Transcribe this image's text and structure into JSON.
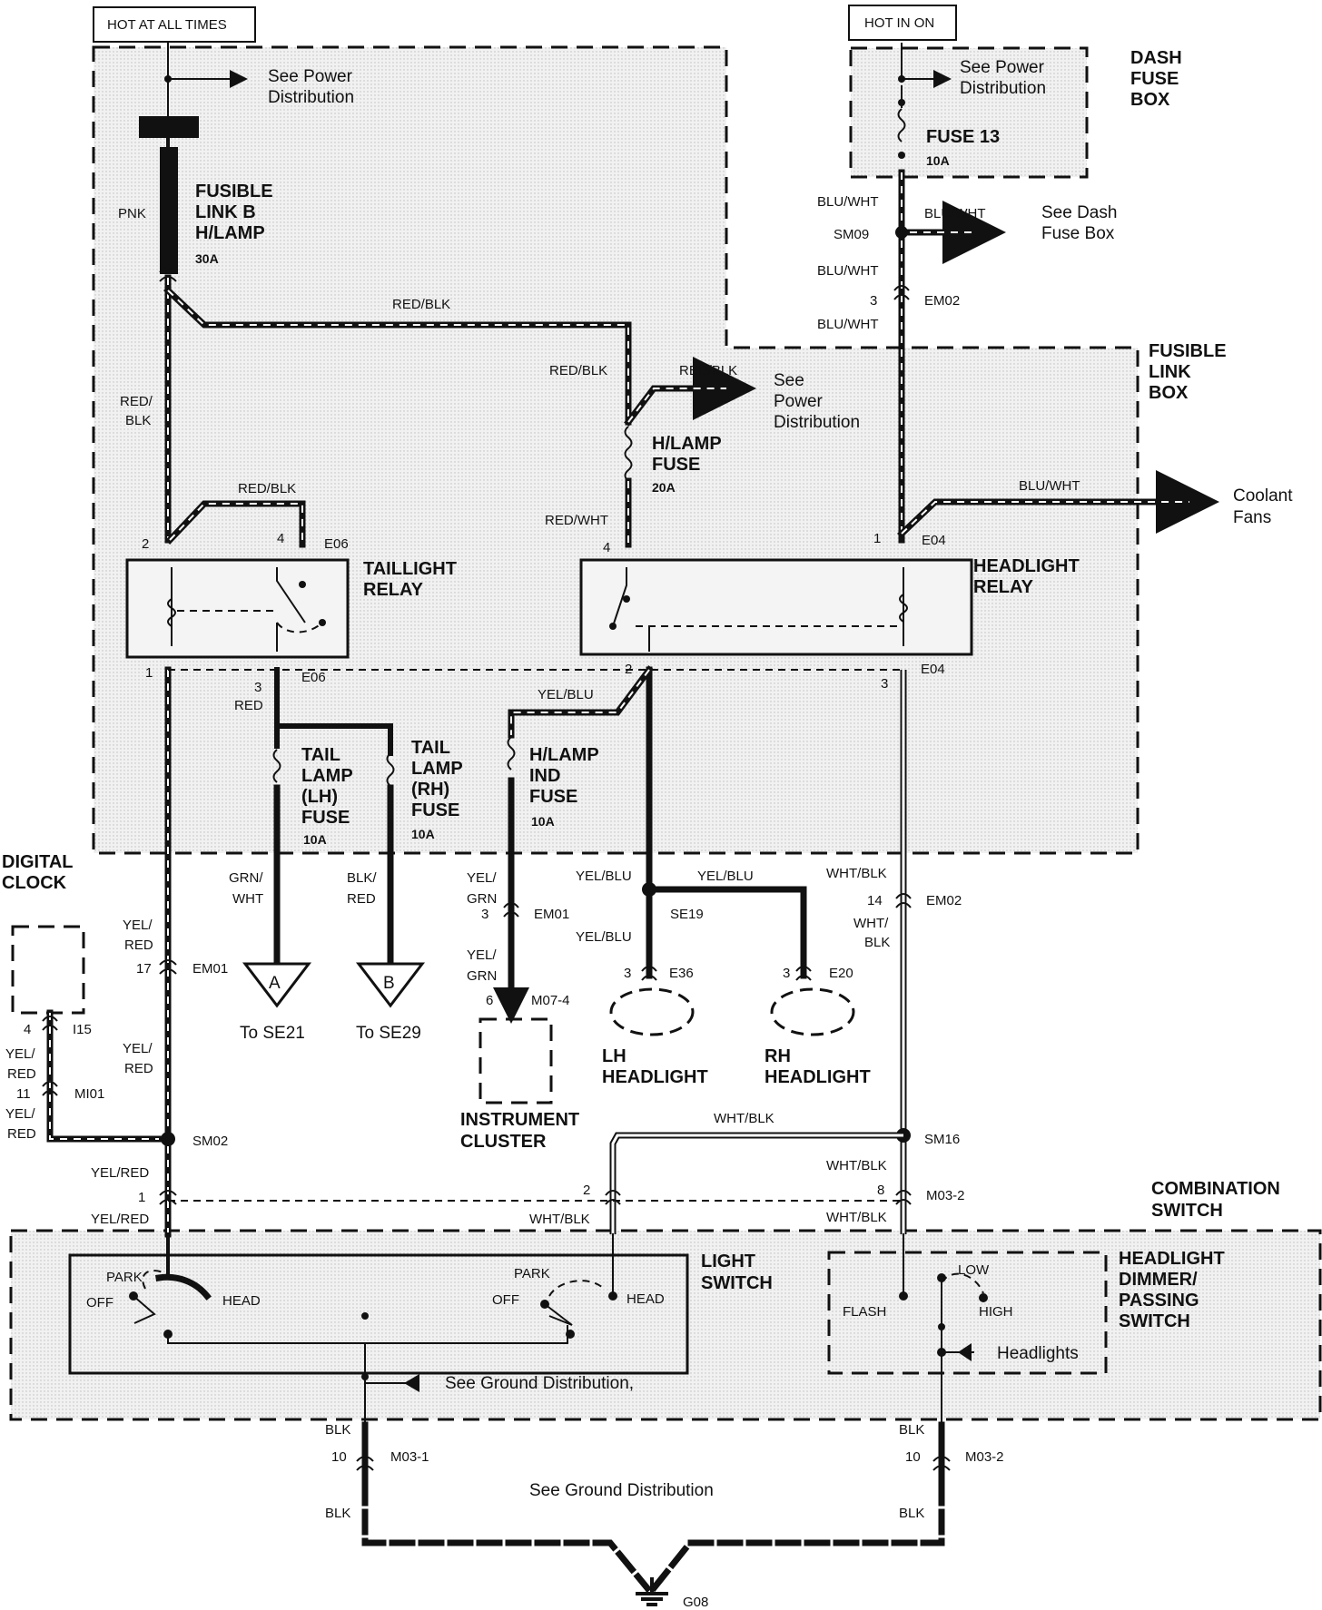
{
  "labels": {
    "hot_at_all_times": "HOT AT ALL TIMES",
    "hot_in_on": "HOT IN ON",
    "see_power_dist_top": [
      "See Power",
      "Distribution"
    ],
    "see_power_dist_dash": [
      "See Power",
      "Distribution"
    ],
    "dash_fuse_box": [
      "DASH",
      "FUSE",
      "BOX"
    ],
    "fuse13": "FUSE 13",
    "fuse13_amps": "10A",
    "fusible_link_b": [
      "FUSIBLE",
      "LINK B",
      "H/LAMP"
    ],
    "fusible_link_b_amps": "30A",
    "pnk": "PNK",
    "blu_wht": "BLU/WHT",
    "sm09": "SM09",
    "see_dash_fuse_box": [
      "See Dash",
      "Fuse Box"
    ],
    "em02": "EM02",
    "pin3": "3",
    "red_blk": "RED/BLK",
    "red_blk_split": [
      "RED/",
      "BLK"
    ],
    "fusible_link_box": [
      "FUSIBLE",
      "LINK",
      "BOX"
    ],
    "see_power_dist_3": [
      "See",
      "Power",
      "Distribution"
    ],
    "hlamp_fuse": [
      "H/LAMP",
      "FUSE"
    ],
    "hlamp_fuse_amps": "20A",
    "red_wht": "RED/WHT",
    "coolant_fans": [
      "Coolant",
      "Fans"
    ],
    "taillight_relay": [
      "TAILLIGHT",
      "RELAY"
    ],
    "headlight_relay": [
      "HEADLIGHT",
      "RELAY"
    ],
    "e06": "E06",
    "e04": "E04",
    "pin1": "1",
    "pin2": "2",
    "pin4": "4",
    "red": "RED",
    "yel_blu": "YEL/BLU",
    "tail_lamp_lh": [
      "TAIL",
      "LAMP",
      "(LH)",
      "FUSE"
    ],
    "tail_lamp_rh": [
      "TAIL",
      "LAMP",
      "(RH)",
      "FUSE"
    ],
    "amps_10a": "10A",
    "hlamp_ind_fuse": [
      "H/LAMP",
      "IND",
      "FUSE"
    ],
    "digital_clock": [
      "DIGITAL",
      "CLOCK"
    ],
    "grn_wht": [
      "GRN/",
      "WHT"
    ],
    "blk_red": [
      "BLK/",
      "RED"
    ],
    "yel_grn": [
      "YEL/",
      "GRN"
    ],
    "wht_blk": "WHT/BLK",
    "wht_blk_split": [
      "WHT/",
      "BLK"
    ],
    "pin14": "14",
    "em01": "EM01",
    "se19": "SE19",
    "yel_red": [
      "YEL/",
      "RED"
    ],
    "yel_red_solid": "YEL/RED",
    "pin17": "17",
    "connector_a": "A",
    "connector_b": "B",
    "to_se21": "To SE21",
    "to_se29": "To SE29",
    "pin6": "6",
    "m07_4": "M07-4",
    "e36": "E36",
    "e20": "E20",
    "lh_headlight": [
      "LH",
      "HEADLIGHT"
    ],
    "rh_headlight": [
      "RH",
      "HEADLIGHT"
    ],
    "instrument_cluster": [
      "INSTRUMENT",
      "CLUSTER"
    ],
    "i15": "I15",
    "pin11": "11",
    "mi01": "MI01",
    "sm02": "SM02",
    "sm16": "SM16",
    "combination_switch": [
      "COMBINATION",
      "SWITCH"
    ],
    "pin8": "8",
    "m03_2": "M03-2",
    "light_switch": [
      "LIGHT",
      "SWITCH"
    ],
    "park": "PARK",
    "off": "OFF",
    "head": "HEAD",
    "headlight_dimmer": [
      "HEADLIGHT",
      "DIMMER/",
      "PASSING",
      "SWITCH"
    ],
    "low": "LOW",
    "flash": "FLASH",
    "high": "HIGH",
    "headlights": "Headlights",
    "see_ground_dist_comma": "See Ground Distribution,",
    "see_ground_dist": "See Ground Distribution",
    "blk": "BLK",
    "pin10": "10",
    "m03_1": "M03-1",
    "g08": "G08"
  }
}
